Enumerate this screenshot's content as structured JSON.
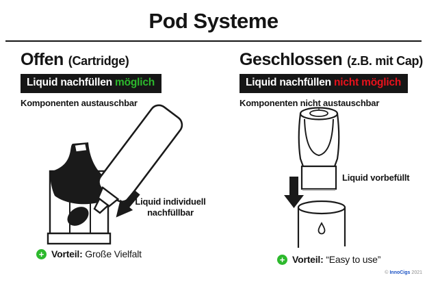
{
  "title": "Pod Systeme",
  "columns": {
    "left": {
      "heading": "Offen",
      "heading_suffix": "(Cartridge)",
      "badge_text": "Liquid nachfüllen",
      "badge_highlight": "möglich",
      "subline": "Komponenten austauschbar",
      "annotation_line1": "Liquid individuell",
      "annotation_line2": "nachfüllbar",
      "advantage_label": "Vorteil:",
      "advantage_text": "Große Vielfalt"
    },
    "right": {
      "heading": "Geschlossen",
      "heading_suffix": "(z.B. mit Cap)",
      "badge_text": "Liquid nachfüllen",
      "badge_highlight": "nicht möglich",
      "subline": "Komponenten nicht austauschbar",
      "annotation": "Liquid vorbefüllt",
      "advantage_label": "Vorteil:",
      "advantage_text": "“Easy to use”"
    }
  },
  "footer": {
    "copyright_symbol": "©",
    "brand": "InnoCigs",
    "year": "2021"
  },
  "icons": {
    "plus_glyph": "+"
  },
  "colors": {
    "green": "#2db92d",
    "red": "#e8121c",
    "black": "#161616",
    "blue": "#1b52c4"
  }
}
